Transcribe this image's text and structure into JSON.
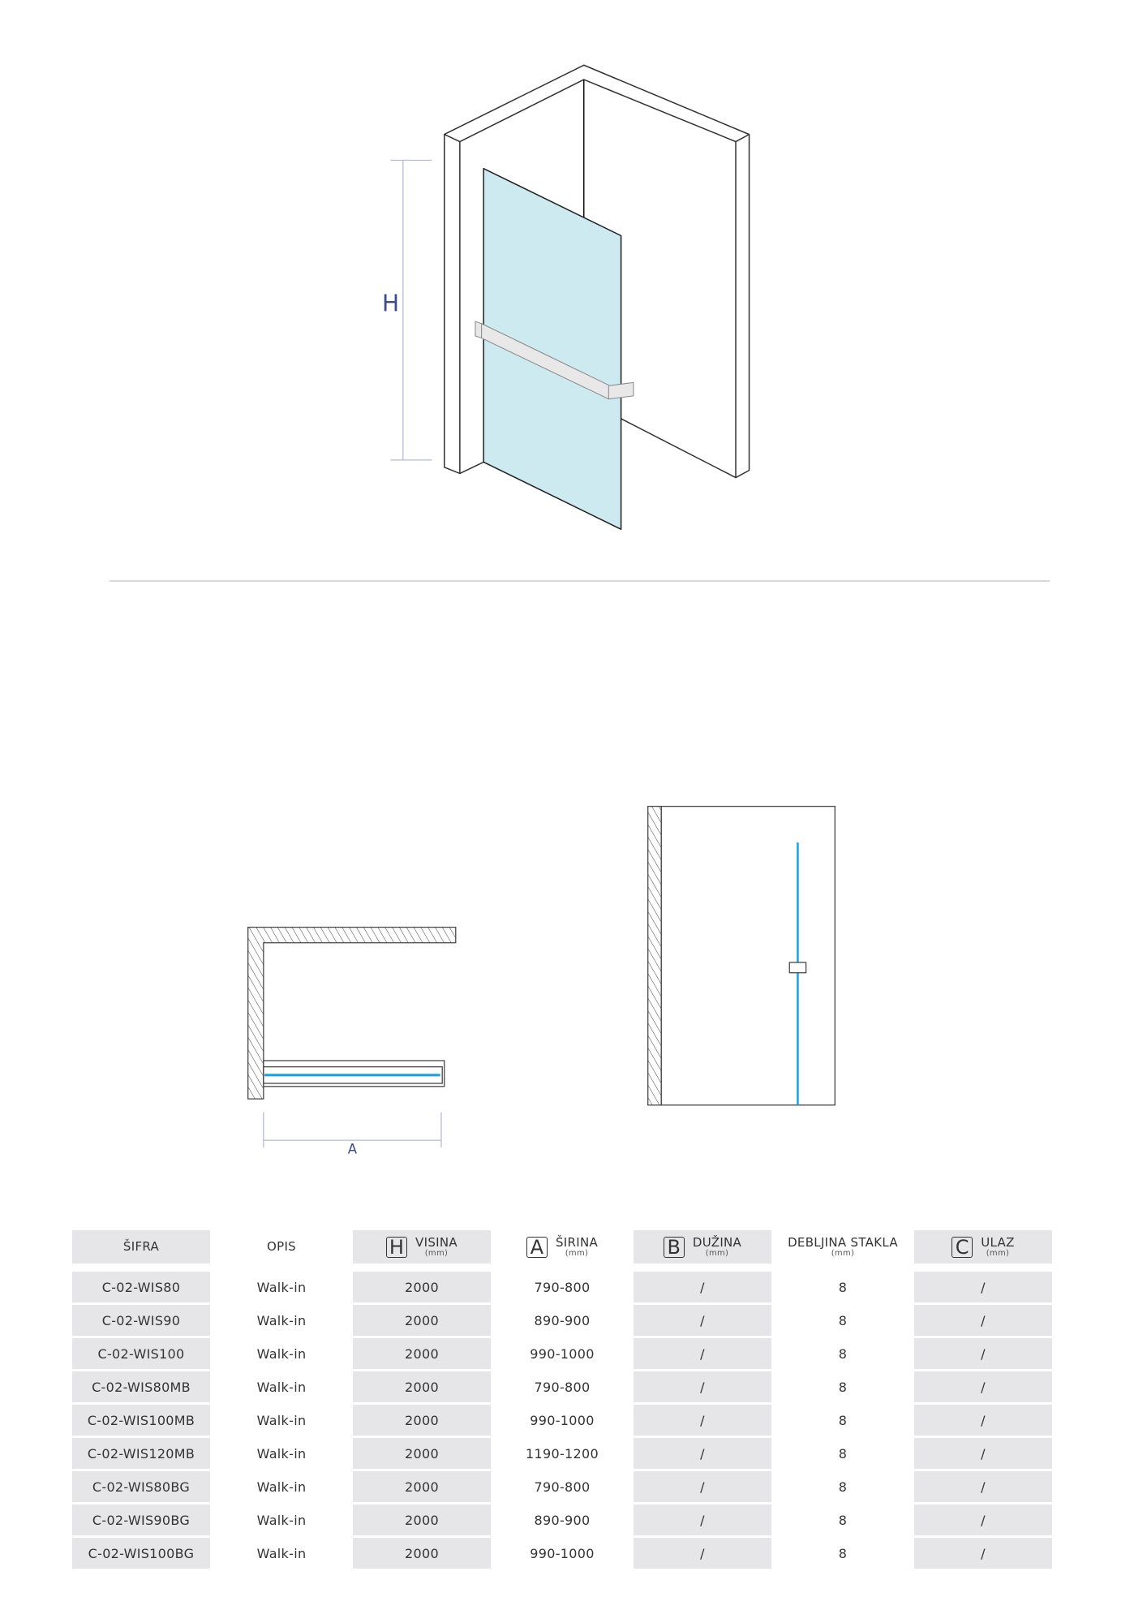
{
  "drawing": {
    "height_label": "H",
    "width_label": "A",
    "glass_color": "#cdeaf1",
    "profile_color": "#1aa3e0"
  },
  "table": {
    "headers": [
      {
        "badge": "",
        "label": "ŠIFRA",
        "unit": ""
      },
      {
        "badge": "",
        "label": "OPIS",
        "unit": ""
      },
      {
        "badge": "H",
        "label": "VISINA",
        "unit": "(mm)"
      },
      {
        "badge": "A",
        "label": "ŠIRINA",
        "unit": "(mm)"
      },
      {
        "badge": "B",
        "label": "DUŽINA",
        "unit": "(mm)"
      },
      {
        "badge": "",
        "label": "DEBLJINA STAKLA",
        "unit": "(mm)"
      },
      {
        "badge": "C",
        "label": "ULAZ",
        "unit": "(mm)"
      }
    ],
    "rows": [
      [
        "C-02-WIS80",
        "Walk-in",
        "2000",
        "790-800",
        "/",
        "8",
        "/"
      ],
      [
        "C-02-WIS90",
        "Walk-in",
        "2000",
        "890-900",
        "/",
        "8",
        "/"
      ],
      [
        "C-02-WIS100",
        "Walk-in",
        "2000",
        "990-1000",
        "/",
        "8",
        "/"
      ],
      [
        "C-02-WIS80MB",
        "Walk-in",
        "2000",
        "790-800",
        "/",
        "8",
        "/"
      ],
      [
        "C-02-WIS100MB",
        "Walk-in",
        "2000",
        "990-1000",
        "/",
        "8",
        "/"
      ],
      [
        "C-02-WIS120MB",
        "Walk-in",
        "2000",
        "1190-1200",
        "/",
        "8",
        "/"
      ],
      [
        "C-02-WIS80BG",
        "Walk-in",
        "2000",
        "790-800",
        "/",
        "8",
        "/"
      ],
      [
        "C-02-WIS90BG",
        "Walk-in",
        "2000",
        "890-900",
        "/",
        "8",
        "/"
      ],
      [
        "C-02-WIS100BG",
        "Walk-in",
        "2000",
        "990-1000",
        "/",
        "8",
        "/"
      ]
    ]
  }
}
